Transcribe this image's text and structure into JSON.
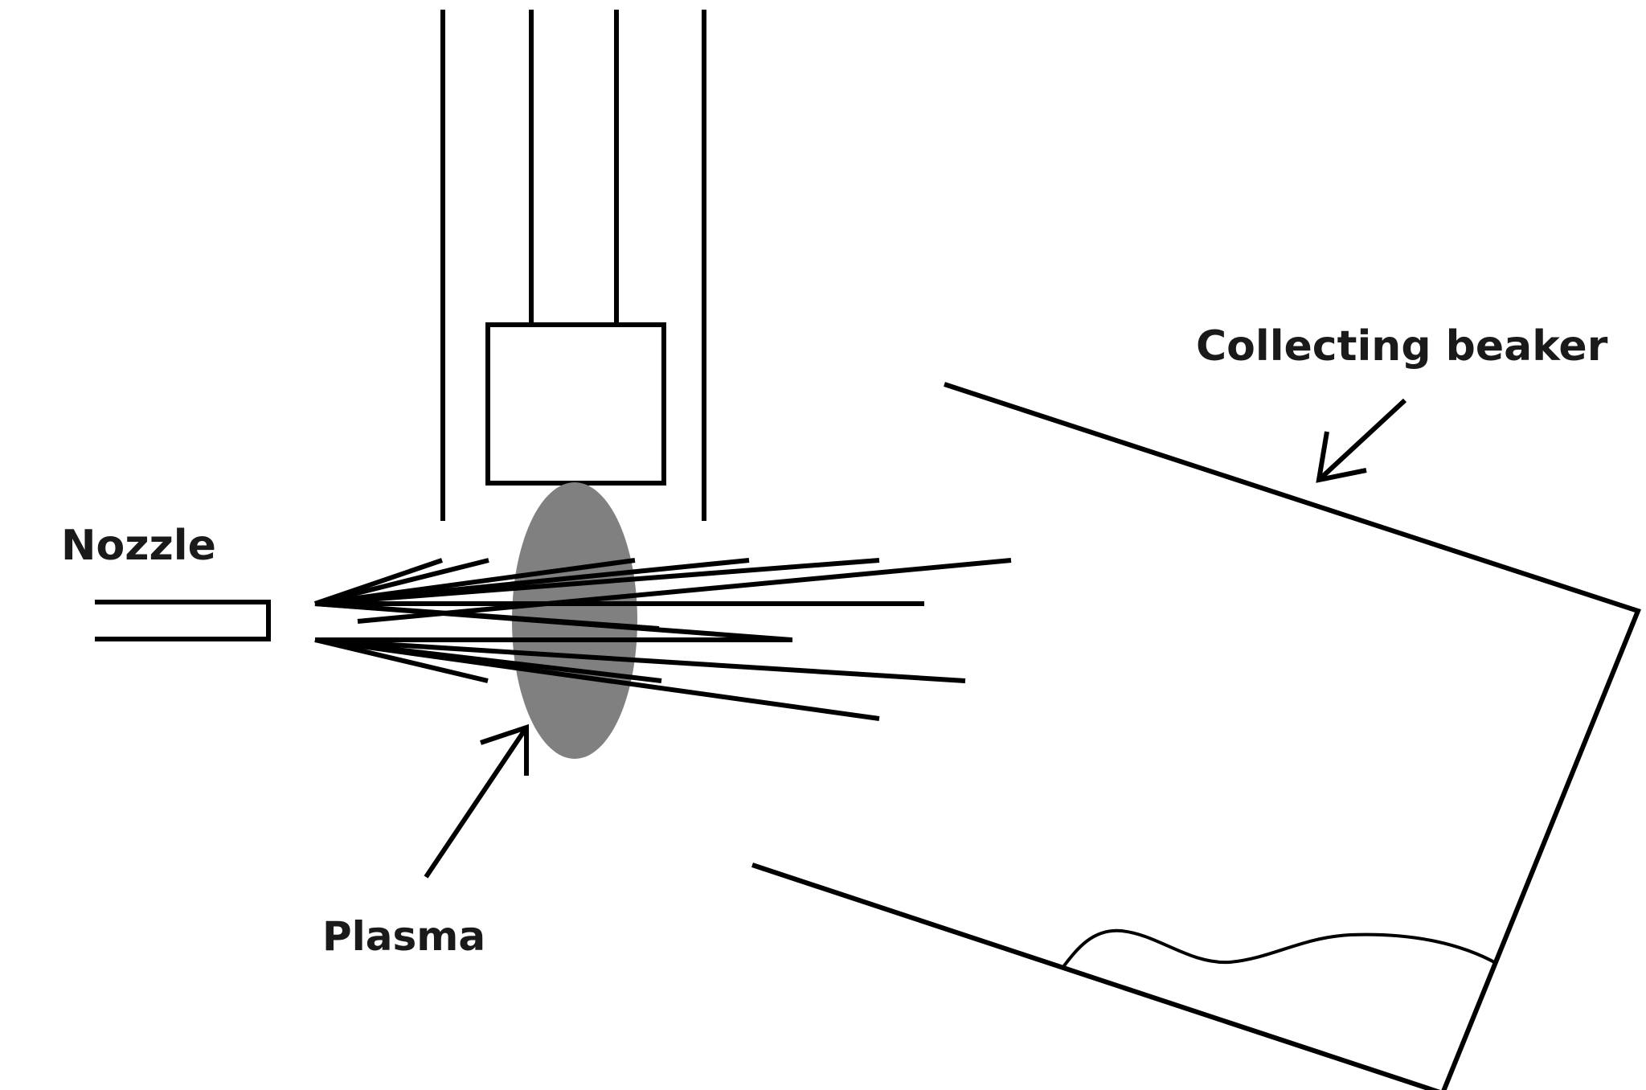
{
  "labels": {
    "nozzle": "Nozzle",
    "plasma": "Plasma",
    "collecting_beaker": "Collecting beaker"
  },
  "colors": {
    "line": "#000000",
    "plasma": "#808080",
    "background": "#ffffff"
  }
}
